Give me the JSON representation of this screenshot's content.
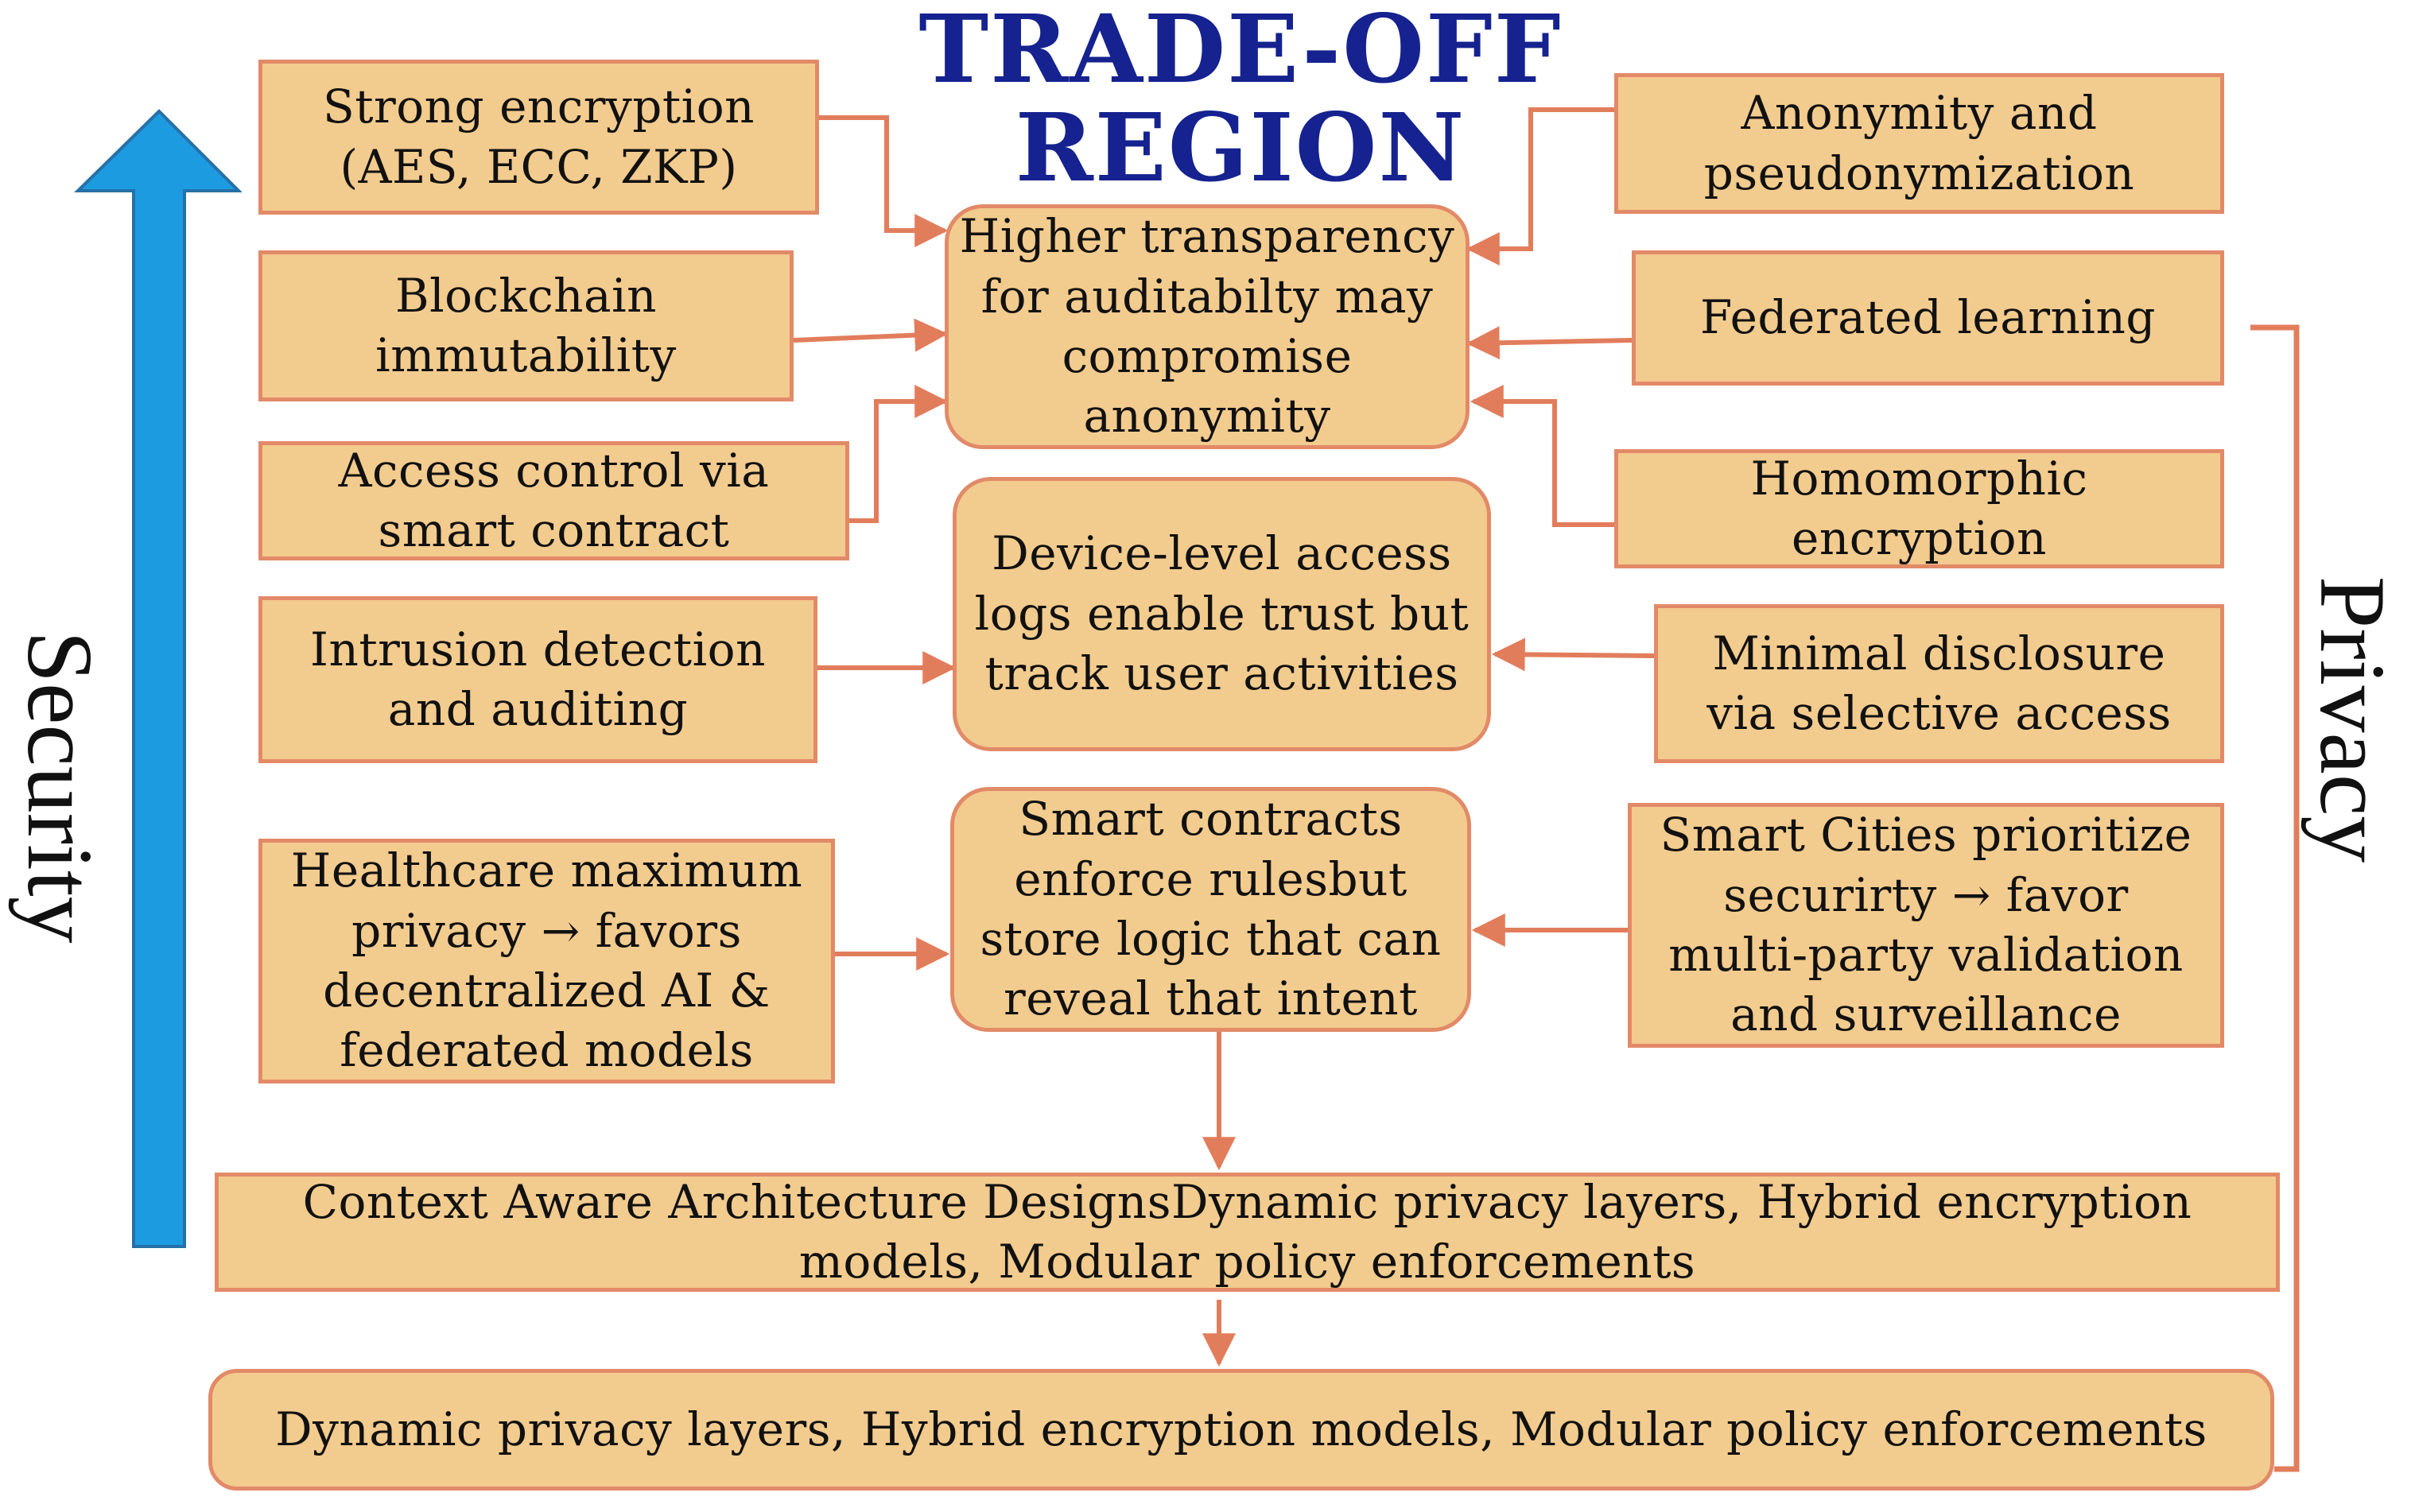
{
  "title": "TRADE-OFF\nREGION",
  "axes": {
    "security": "Security",
    "privacy": "Privacy"
  },
  "colors": {
    "box_fill": "#f2cb8e",
    "box_border": "#e28a68",
    "arrow": "#e27d5c",
    "security_arrow": "#1d9be0",
    "title": "#15228f"
  },
  "left_boxes": [
    "Strong encryption\n(AES, ECC, ZKP)",
    "Blockchain\nimmutability",
    "Access control via\nsmart contract",
    "Intrusion detection\nand auditing",
    "Healthcare maximum\nprivacy → favors\ndecentralized AI &\nfederated models"
  ],
  "right_boxes": [
    "Anonymity and\npseudonymization",
    "Federated learning",
    "Homomorphic\nencryption",
    "Minimal disclosure\nvia selective access",
    "Smart Cities prioritize\nsecurirty → favor\nmulti-party validation\nand surveillance"
  ],
  "center_boxes": [
    "Higher transparency\nfor auditabilty may\ncompromise\nanonymity",
    "Device-level access\nlogs enable trust but\ntrack user activities",
    "Smart contracts\nenforce rulesbut\nstore logic that can\nreveal that intent"
  ],
  "bottom_boxes": [
    "Context Aware Architecture DesignsDynamic privacy layers, Hybrid encryption\nmodels, Modular policy enforcements",
    "Dynamic privacy layers, Hybrid encryption models, Modular policy enforcements"
  ]
}
